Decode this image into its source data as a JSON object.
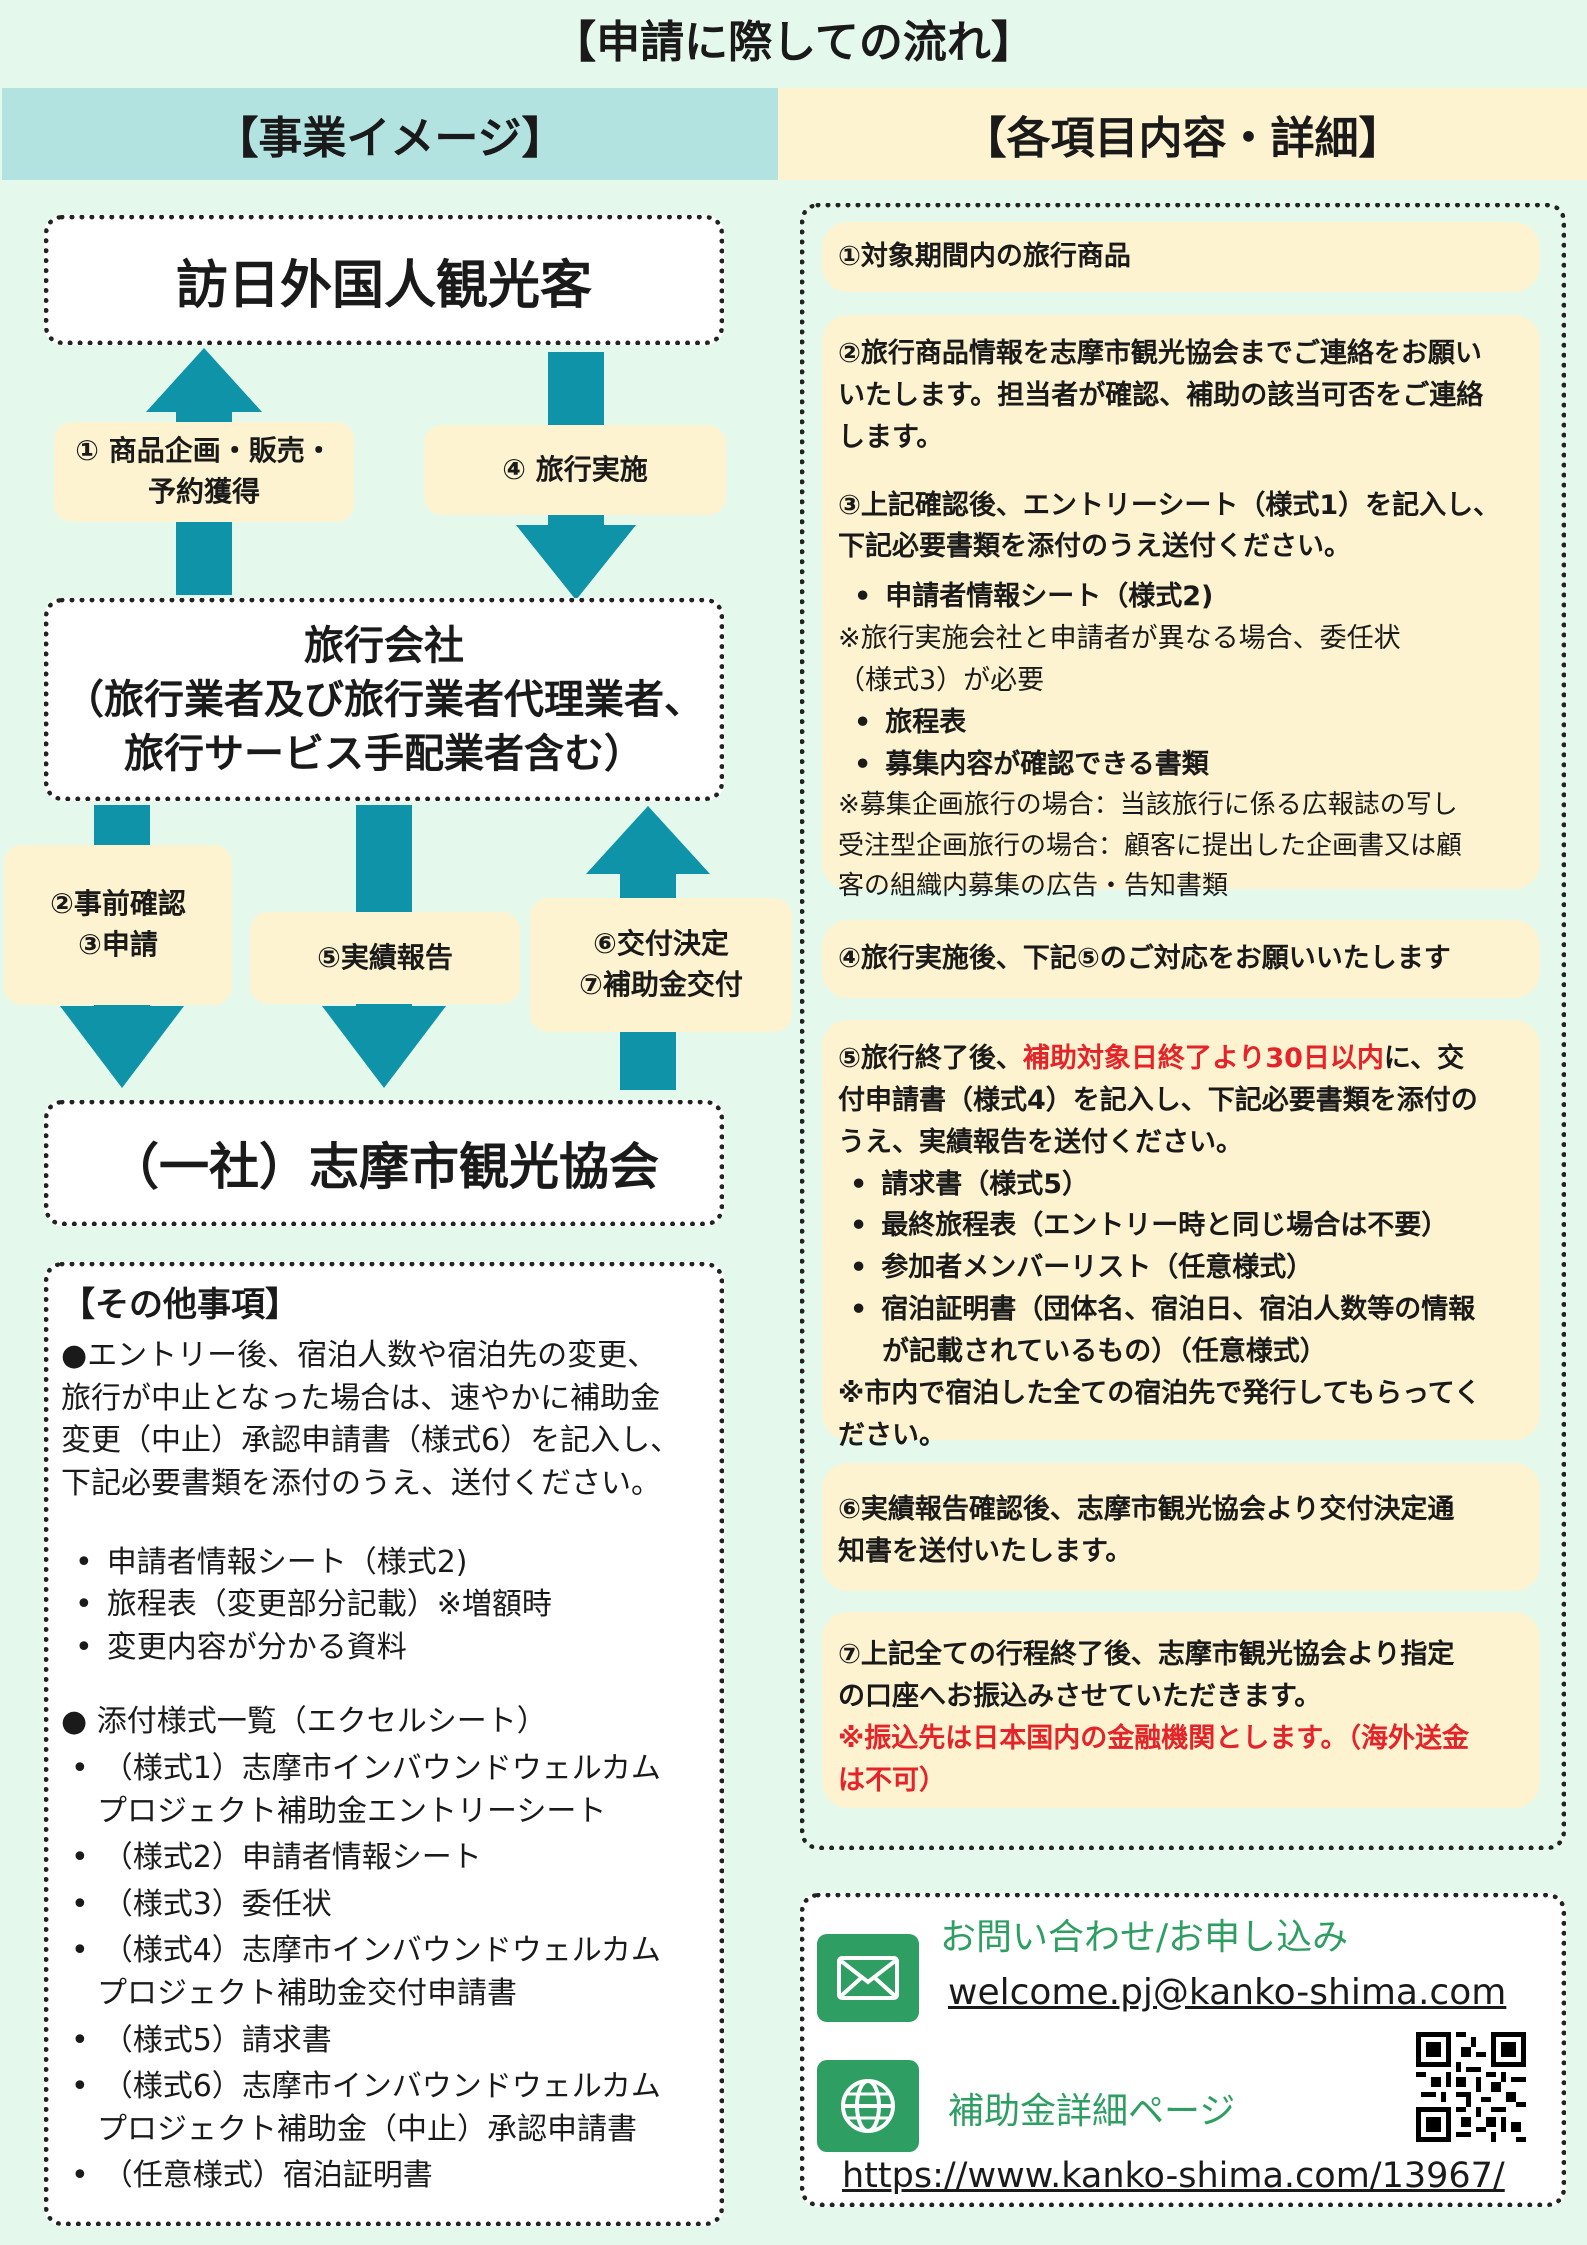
{
  "page_title": "【申請に際しての流れ】",
  "left_header": "【事業イメージ】",
  "right_header": "【各項目内容・詳細】",
  "colors": {
    "left_header_bg": "#b3e3e1",
    "right_header_bg": "#fdf3d0",
    "arrow": "#0e93a8",
    "accent_red": "#e5242a",
    "icon_green": "#2f9e63"
  },
  "flow": {
    "top_box": "訪日外国人観光客",
    "middle_box": [
      "旅行会社",
      "（旅行業者及び旅行業者代理業者、",
      "旅行サービス手配業者含む）"
    ],
    "bottom_box": "（一社）志摩市観光協会",
    "label_1": [
      "① 商品企画・販売・",
      "予約獲得"
    ],
    "label_4": "④ 旅行実施",
    "label_23": [
      "②事前確認",
      "③申請"
    ],
    "label_5": "⑤実績報告",
    "label_67": [
      "⑥交付決定",
      "⑦補助金交付"
    ]
  },
  "other": {
    "heading": "【その他事項】",
    "bullet1_mark": "●",
    "para": [
      "エントリー後、宿泊人数や宿泊先の変更、",
      "旅行が中止となった場合は、速やかに補助金",
      "変更（中止）承認申請書（様式6）を記入し、",
      "下記必要書類を添付のうえ、送付ください。"
    ],
    "items1": [
      "申請者情報シート（様式2)",
      "旅程表（変更部分記載）※増額時",
      "変更内容が分かる資料"
    ],
    "bullet2": "添付様式一覧（エクセルシート）",
    "items2": [
      [
        "（様式1）志摩市インバウンドウェルカム",
        "プロジェクト補助金エントリーシート"
      ],
      [
        "（様式2）申請者情報シート"
      ],
      [
        "（様式3）委任状"
      ],
      [
        "（様式4）志摩市インバウンドウェルカム",
        "プロジェクト補助金交付申請書"
      ],
      [
        "（様式5）請求書"
      ],
      [
        "（様式6）志摩市インバウンドウェルカム",
        "プロジェクト補助金（中止）承認申請書"
      ],
      [
        "（任意様式）宿泊証明書"
      ]
    ]
  },
  "details": {
    "card1": "①対象期間内の旅行商品",
    "card2_a": [
      "②旅行商品情報を志摩市観光協会までご連絡をお願い",
      "いたします。担当者が確認、補助の該当可否をご連絡",
      "します。"
    ],
    "card2_b": [
      "③上記確認後、エントリーシート（様式1）を記入し、",
      "下記必要書類を添付のうえ送付ください。"
    ],
    "card2_item1": "申請者情報シート（様式2)",
    "card2_note1": [
      "※旅行実施会社と申請者が異なる場合、委任状",
      "（様式3）が必要"
    ],
    "card2_item2": "旅程表",
    "card2_item3": "募集内容が確認できる書類",
    "card2_note2": [
      "※募集企画旅行の場合：当該旅行に係る広報誌の写し",
      "受注型企画旅行の場合：顧客に提出した企画書又は顧",
      "客の組織内募集の広告・告知書類"
    ],
    "card3": "④旅行実施後、下記⑤のご対応をお願いいたします",
    "card4_prefix": "⑤旅行終了後、",
    "card4_red": "補助対象日終了より30日以内",
    "card4_suffix": "に、交",
    "card4_lines": [
      "付申請書（様式4）を記入し、下記必要書類を添付の",
      "うえ、実績報告を送付ください。"
    ],
    "card4_items": [
      "請求書（様式5）",
      "最終旅程表（エントリー時と同じ場合は不要）",
      "参加者メンバーリスト（任意様式）",
      "宿泊証明書（団体名、宿泊日、宿泊人数等の情報",
      "が記載されているもの）（任意様式）"
    ],
    "card4_note": [
      "※市内で宿泊した全ての宿泊先で発行してもらってく",
      "ださい。"
    ],
    "card5": [
      "⑥実績報告確認後、志摩市観光協会より交付決定通",
      "知書を送付いたします。"
    ],
    "card6": [
      "⑦上記全ての行程終了後、志摩市観光協会より指定",
      "の口座へお振込みさせていただきます。"
    ],
    "card6_red": [
      "※振込先は日本国内の金融機関とします。（海外送金",
      "は不可）"
    ]
  },
  "contact": {
    "title": "お問い合わせ/お申し込み",
    "email": "welcome.pj@kanko-shima.com",
    "detail_title": "補助金詳細ページ",
    "url": "https://www.kanko-shima.com/13967/",
    "mail_icon": "envelope-icon",
    "web_icon": "globe-icon"
  }
}
